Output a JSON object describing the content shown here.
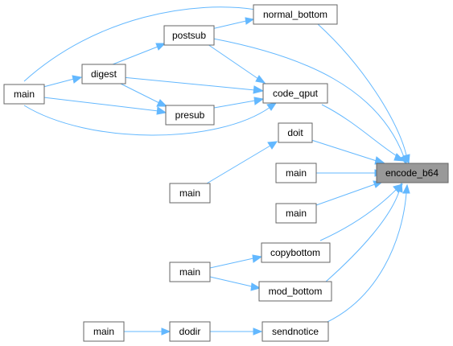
{
  "graph": {
    "colors": {
      "edge": "#63b8ff",
      "focus_fill": "#999999",
      "node_border": "#666666"
    },
    "nodes": {
      "encode_b64": "encode_b64",
      "normal_bottom": "normal_bottom",
      "postsub": "postsub",
      "code_qput": "code_qput",
      "digest": "digest",
      "presub": "presub",
      "main_root": "main",
      "doit": "doit",
      "main_direct1": "main",
      "main_direct2": "main",
      "main_doit": "main",
      "copybottom": "copybottom",
      "mod_bottom": "mod_bottom",
      "main_bottom": "main",
      "sendnotice": "sendnotice",
      "dodir": "dodir",
      "main_dodir": "main"
    }
  }
}
